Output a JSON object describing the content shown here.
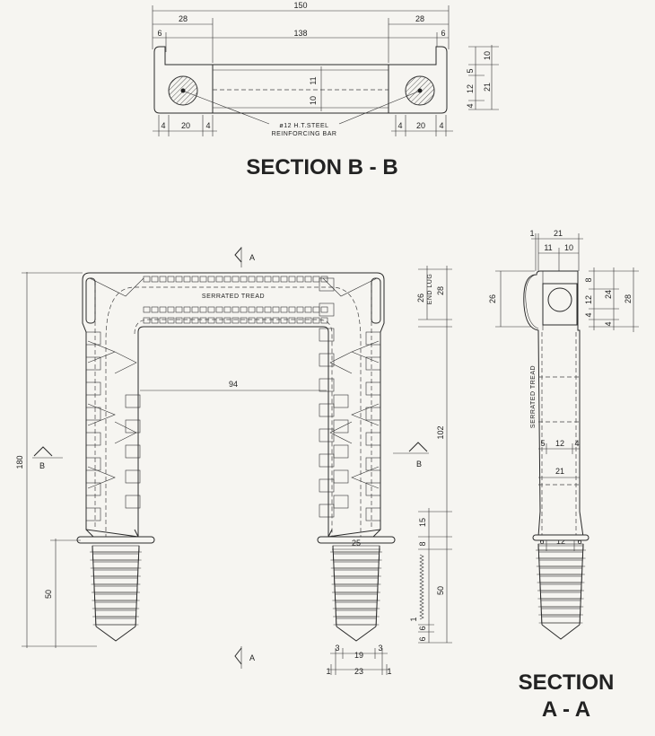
{
  "section_bb": {
    "title": "SECTION B - B",
    "dims": {
      "overall": "150",
      "left_28": "28",
      "right_28": "28",
      "left_6": "6",
      "right_6": "6",
      "inner_138": "138",
      "v_10": "10",
      "v_5": "5",
      "v_12": "12",
      "v_21": "21",
      "v_4": "4",
      "mid_11": "11",
      "mid_10": "10",
      "bot_4a": "4",
      "bot_20a": "20",
      "bot_4b": "4",
      "bot_4c": "4",
      "bot_20b": "20",
      "bot_4d": "4"
    },
    "note_line1": "ø12  H.T.STEEL",
    "note_line2": "REINFORCING  BAR"
  },
  "front": {
    "tread_label": "SERRATED TREAD",
    "cut_a_top": "A",
    "cut_a_bottom": "A",
    "cut_b_left": "B",
    "cut_b_right": "B",
    "dims": {
      "height_180": "180",
      "width_94": "94",
      "leg_50": "50",
      "end_lug_26": "26",
      "end_lug_label": "END LUG",
      "end_lug_28": "28",
      "right_102": "102",
      "right_15": "15",
      "right_8": "8",
      "right_50": "50",
      "right_1": "1",
      "right_6a": "6",
      "right_6b": "6",
      "leg_25": "25",
      "bot_3a": "3",
      "bot_19": "19",
      "bot_3b": "3",
      "bot_1a": "1",
      "bot_23": "23",
      "bot_1b": "1"
    }
  },
  "section_aa": {
    "title_line1": "SECTION",
    "title_line2": "A - A",
    "tread_label": "SERRATED TREAD",
    "dims": {
      "top_1": "1",
      "top_21": "21",
      "top_11": "11",
      "top_10": "10",
      "left_26": "26",
      "r_12": "12",
      "r_8": "8",
      "r_24": "24",
      "r_28": "28",
      "r_4a": "4",
      "r_4b": "4",
      "mid_5": "5",
      "mid_12": "12",
      "mid_4": "4",
      "mid_21": "21",
      "low_6a": "6",
      "low_12": "12",
      "low_6b": "6"
    }
  }
}
